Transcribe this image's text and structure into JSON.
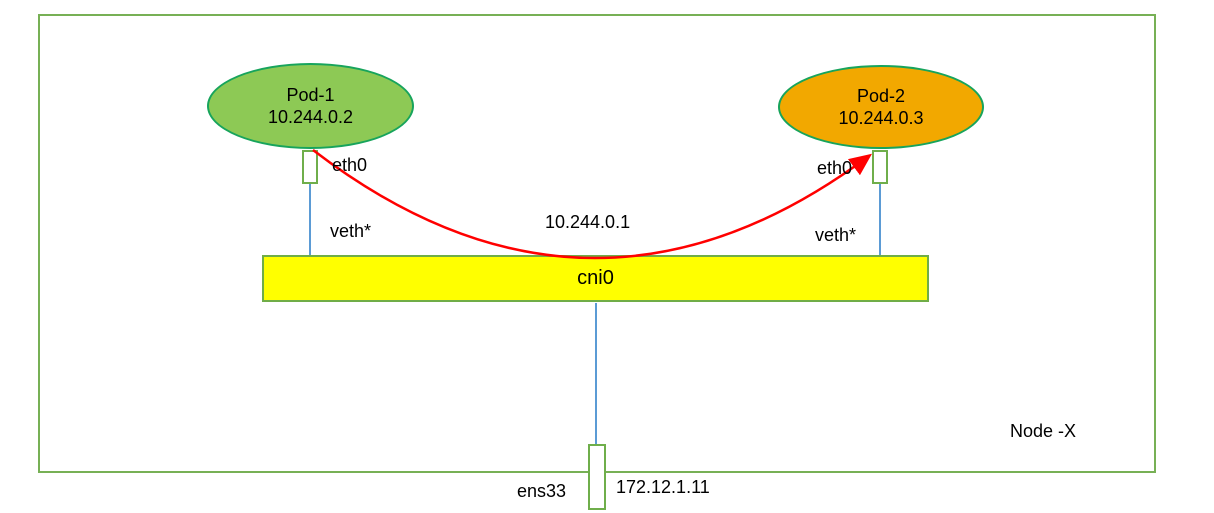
{
  "diagram": {
    "node": {
      "label": "Node -X"
    },
    "pods": [
      {
        "name": "Pod-1",
        "ip": "10.244.0.2",
        "fill": "#8DC955",
        "interface_label": "eth0",
        "veth_label": "veth*"
      },
      {
        "name": "Pod-2",
        "ip": "10.244.0.3",
        "fill": "#F2A800",
        "interface_label": "eth0",
        "veth_label": "veth*"
      }
    ],
    "bridge": {
      "label": "cni0",
      "ip": "10.244.0.1",
      "fill": "#FFFF00"
    },
    "host_interface": {
      "label": "ens33",
      "ip": "172.12.1.11"
    },
    "colors": {
      "node_border": "#77B055",
      "ellipse_border": "#17A45C",
      "bridge_border": "#70AD47",
      "iface_border": "#6FAE4B",
      "link_blue": "#5B9BD5",
      "route_red": "#FF0000",
      "text": "#000000"
    }
  }
}
